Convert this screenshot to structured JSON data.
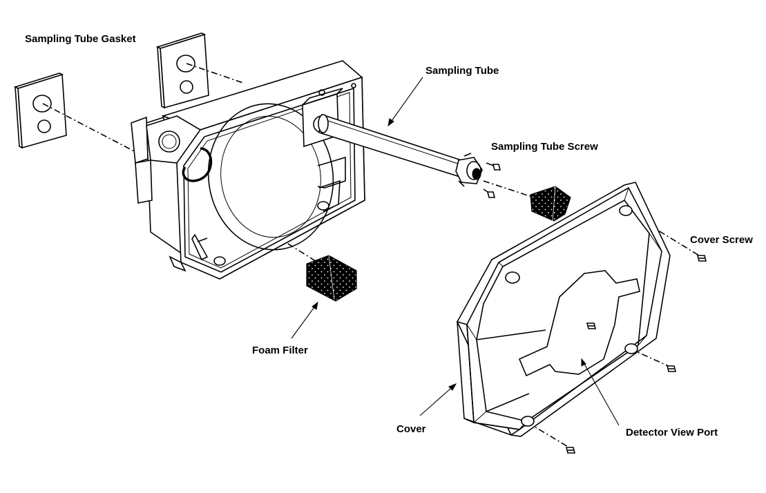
{
  "labels": {
    "sampling_tube_gasket": "Sampling Tube Gasket",
    "sampling_tube": "Sampling Tube",
    "sampling_tube_screw": "Sampling Tube Screw",
    "cover_screw": "Cover Screw",
    "foam_filter": "Foam Filter",
    "cover": "Cover",
    "detector_view_port": "Detector View Port"
  },
  "colors": {
    "line": "#000000",
    "background": "#ffffff"
  }
}
